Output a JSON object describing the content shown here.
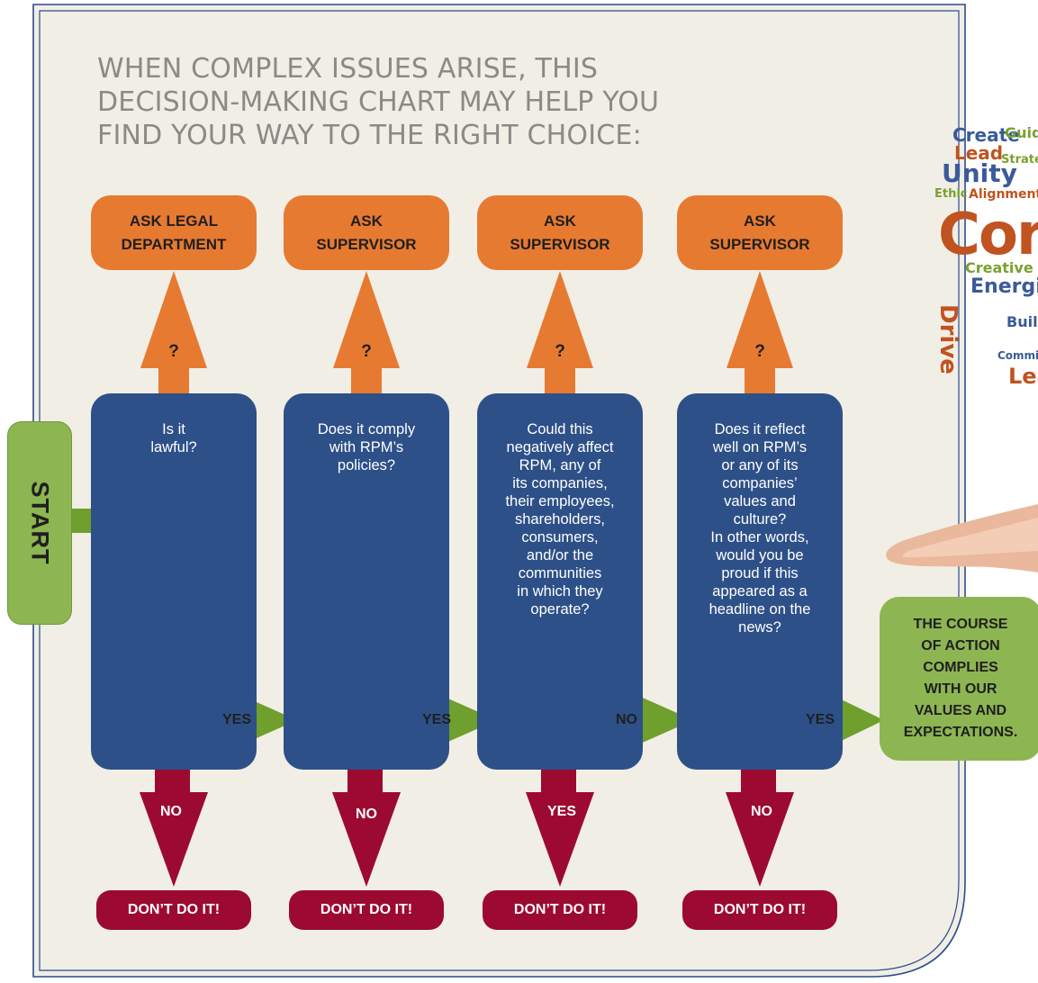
{
  "title_lines": [
    "WHEN COMPLEX ISSUES ARISE, THIS",
    "DECISION-MAKING CHART MAY HELP YOU",
    "FIND YOUR WAY TO THE RIGHT CHOICE:"
  ],
  "start_label": "START",
  "columns": [
    {
      "ask": [
        "ASK LEGAL",
        "DEPARTMENT"
      ],
      "up_label": "?",
      "question": "Is it\nlawful?",
      "right_label": "YES",
      "down_label": "NO",
      "outcome": "DON’T DO IT!"
    },
    {
      "ask": [
        "ASK",
        "SUPERVISOR"
      ],
      "up_label": "?",
      "question": "Does it comply\nwith RPM’s\npolicies?",
      "right_label": "YES",
      "down_label": "NO",
      "outcome": "DON’T DO IT!"
    },
    {
      "ask": [
        "ASK",
        "SUPERVISOR"
      ],
      "up_label": "?",
      "question": "Could this\nnegatively affect\nRPM, any of\nits companies,\ntheir employees,\nshareholders,\nconsumers,\nand/or the\ncommunities\nin which they\noperate?",
      "right_label": "NO",
      "down_label": "YES",
      "outcome": "DON’T DO IT!"
    },
    {
      "ask": [
        "ASK",
        "SUPERVISOR"
      ],
      "up_label": "?",
      "question": "Does it reflect\nwell on RPM’s\nor any of its\ncompanies’\nvalues and\nculture?\nIn other words,\nwould you be\nproud if this\nappeared as a\nheadline on the\nnews?",
      "right_label": "YES",
      "down_label": "NO",
      "outcome": "DON’T DO IT!"
    }
  ],
  "result": "THE COURSE\nOF ACTION\nCOMPLIES\nWITH OUR\nVALUES AND\nEXPECTATIONS.",
  "word_cloud": [
    "Create",
    "Unity",
    "Guide",
    "Lead",
    "Strategy",
    "Core",
    "Ethic",
    "Alignment",
    "Energize",
    "Drive",
    "Build",
    "Commit",
    "Lead",
    "Creative"
  ],
  "colors": {
    "panel": "#f1eee6",
    "panel_border": "#2b4c8c",
    "ask": "#e77a31",
    "question": "#2e5088",
    "arrow_green": "#6f9f2c",
    "box_green": "#8db552",
    "dont": "#9c0a31"
  }
}
